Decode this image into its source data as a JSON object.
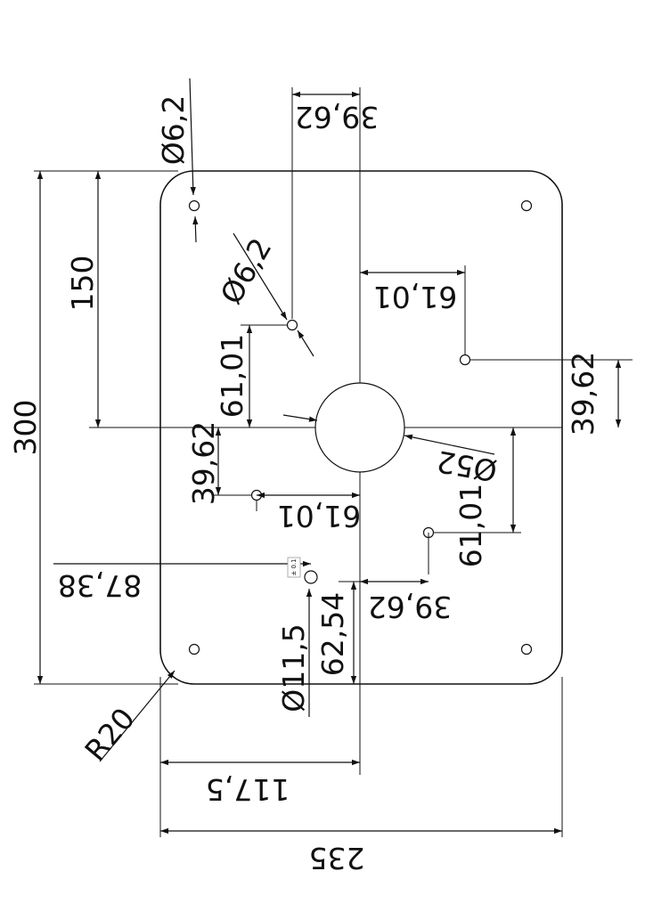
{
  "dimensions": {
    "height_total": "300",
    "height_half": "150",
    "width_total": "235",
    "width_half": "117,5",
    "corner_radius": "R20",
    "hole_diameter_top": "Ø6,2",
    "hole_diameter_upper": "Ø6,2",
    "top_offset": "39,62",
    "upper_right_offset": "61,01",
    "right_offset": "39,62",
    "upper_left_vertical": "61,01",
    "left_vertical": "39,62",
    "lower_left_offset": "61,01",
    "center_bore": "Ø52",
    "lower_right_vertical": "61,01",
    "notch_offset": "87,38",
    "lower_offset": "39,62",
    "notch_depth": "62,54",
    "notch_diameter": "Ø11,5"
  },
  "tolerance_badge": "± 0.1"
}
